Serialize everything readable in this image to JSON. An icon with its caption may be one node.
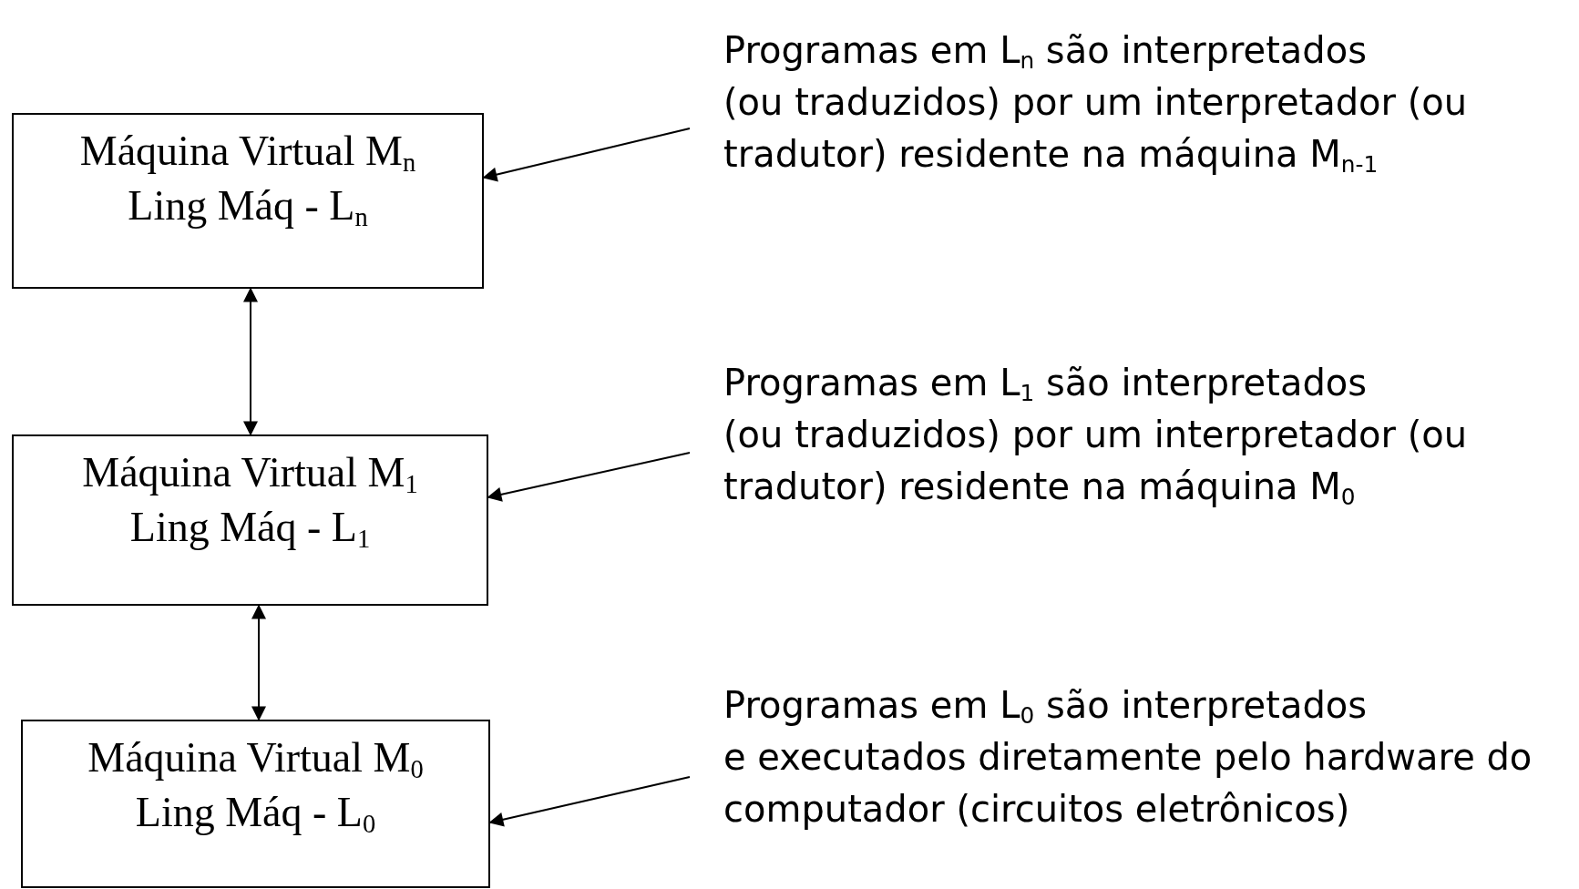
{
  "diagram": {
    "nodes": [
      {
        "text": [
          "Máquina Virtual M$_{n}$",
          "Ling Máq - L$_{n}$"
        ]
      },
      {
        "text": [
          "Programas em L$_{n}$ são interpretados (ou traduzidos) por um interpretador (ou tradutor) residente na máquina M$_{n-1}$"
        ]
      },
      {
        "text": [
          "Máquina Virtual M$_{1}$",
          "Ling Máq - L$_{1}$"
        ]
      },
      {
        "text": [
          "Programas em L$_{1}$ são interpretados (ou traduzidos) por um interpretador (ou tradutor) residente na máquina M$_{0}$"
        ]
      },
      {
        "text": [
          "Máquina Virtual M$_{0}$",
          "Ling Máq - L$_{0}$"
        ]
      },
      {
        "text": [
          "Programas em L$_{0}$ são interpretados e executados diretamente pelo hardware do computador (circuitos eletrônicos)"
        ]
      }
    ],
    "edges": [
      {
        "from": 1,
        "to": 0,
        "arrow": "to"
      },
      {
        "from": 0,
        "to": 2,
        "arrow": "both"
      },
      {
        "from": 3,
        "to": 2,
        "arrow": "to"
      },
      {
        "from": 2,
        "to": 4,
        "arrow": "both"
      },
      {
        "from": 5,
        "to": 4,
        "arrow": "to"
      }
    ]
  }
}
